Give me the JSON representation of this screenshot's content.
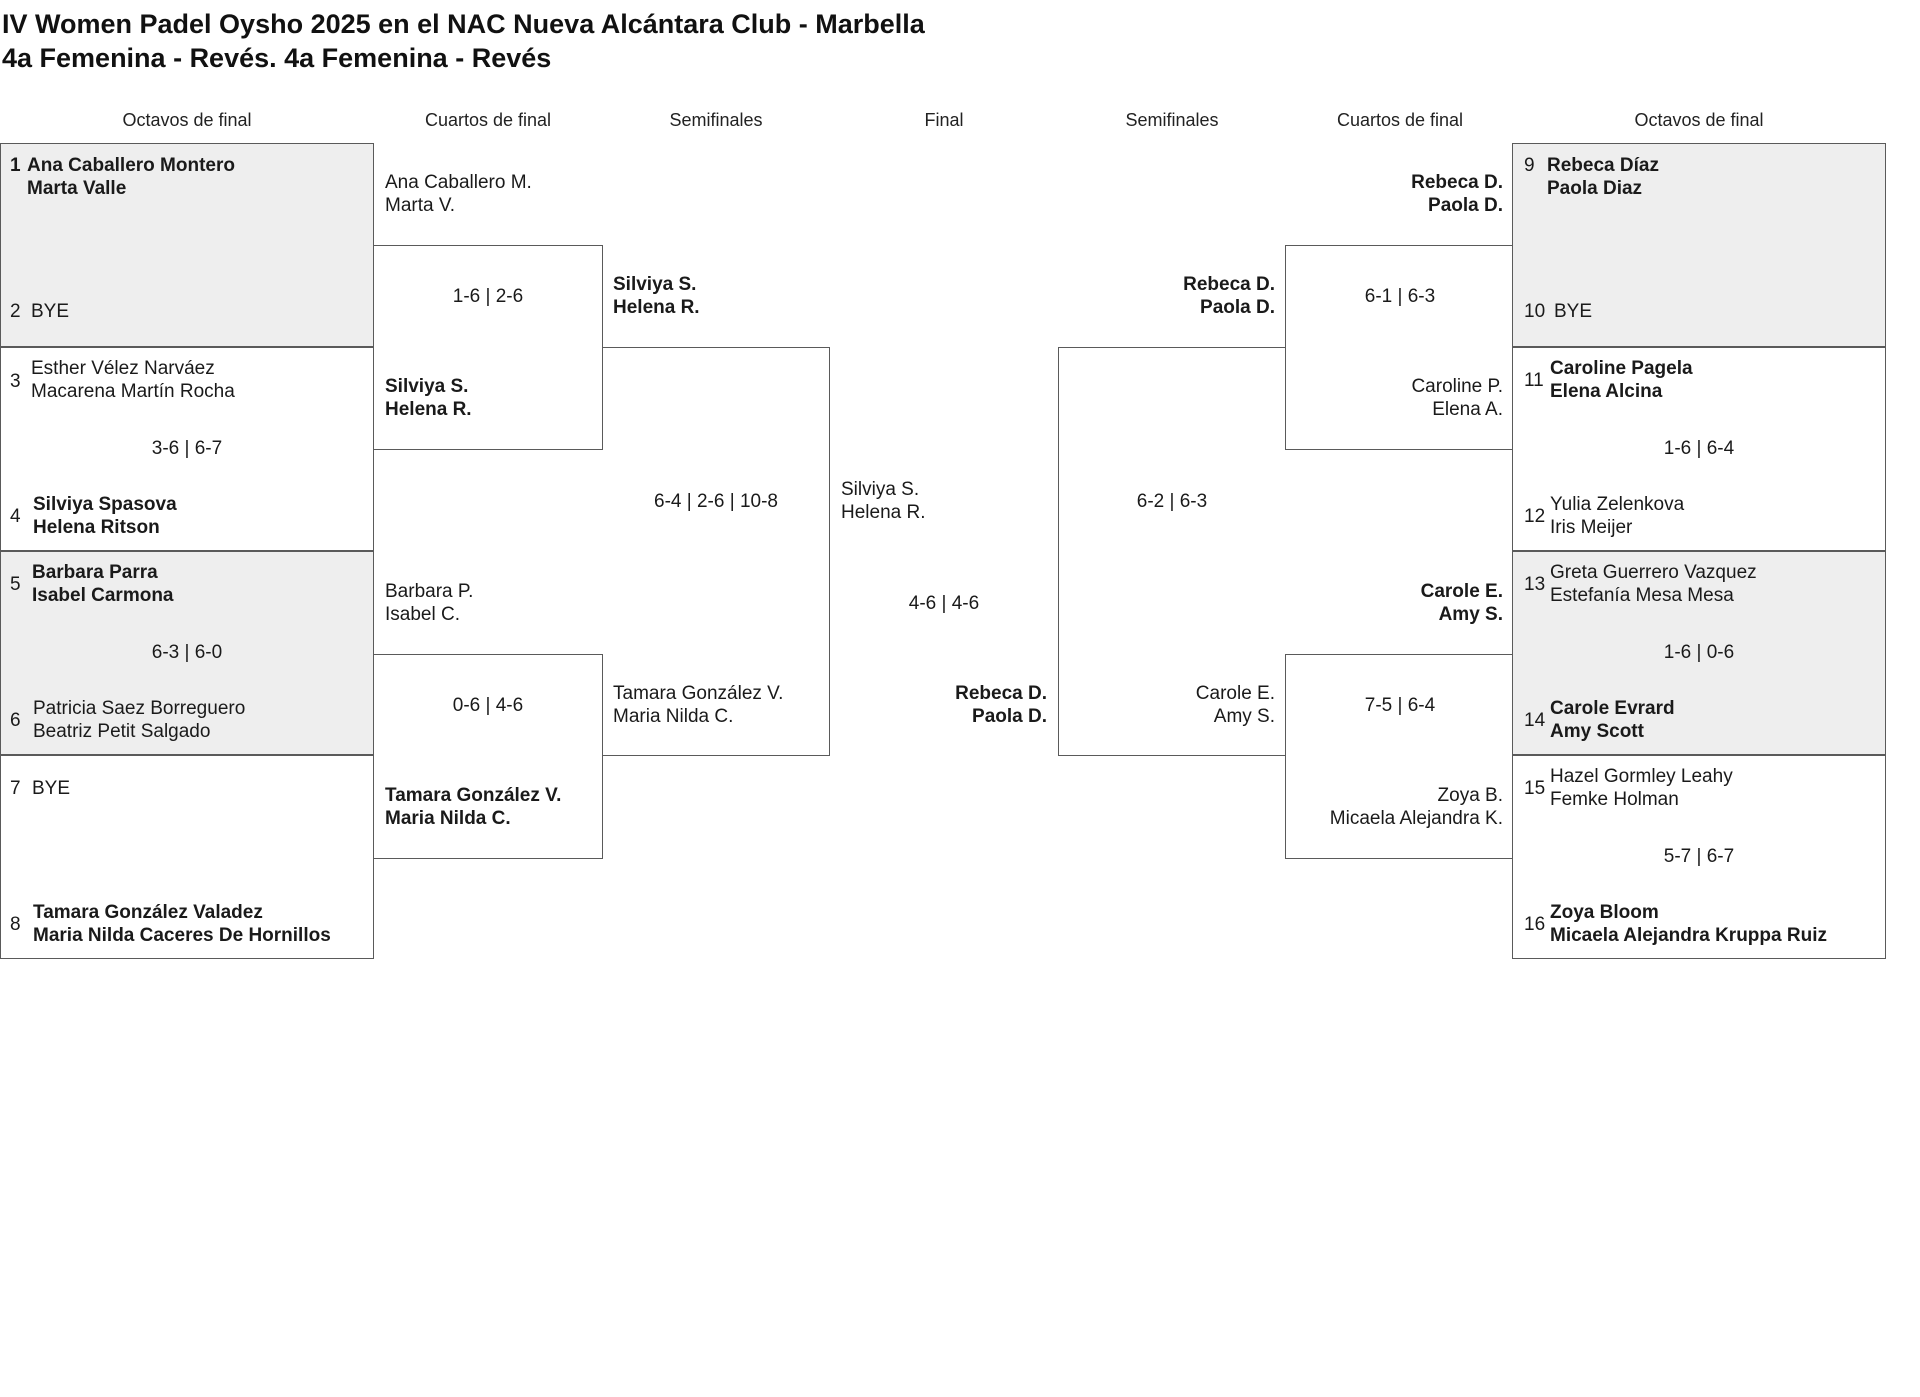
{
  "header": {
    "title_line1": "IV Women Padel Oysho 2025 en el NAC Nueva Alcántara Club - Marbella",
    "title_line2": "4a Femenina - Revés. 4a Femenina - Revés"
  },
  "columns": {
    "left_r16": "Octavos de final",
    "left_qf": "Cuartos de final",
    "left_sf": "Semifinales",
    "final": "Final",
    "right_sf": "Semifinales",
    "right_qf": "Cuartos de final",
    "right_r16": "Octavos de final"
  },
  "draw": [
    {
      "seed": "1",
      "p1": "Ana Caballero Montero",
      "p2": "Marta Valle"
    },
    {
      "seed": "2",
      "p1": "BYE",
      "p2": ""
    },
    {
      "seed": "3",
      "p1": "Esther Vélez Narváez",
      "p2": "Macarena Martín Rocha"
    },
    {
      "seed": "4",
      "p1": "Silviya Spasova",
      "p2": "Helena Ritson"
    },
    {
      "seed": "5",
      "p1": "Barbara Parra",
      "p2": "Isabel Carmona"
    },
    {
      "seed": "6",
      "p1": "Patricia Saez Borreguero",
      "p2": "Beatriz Petit Salgado"
    },
    {
      "seed": "7",
      "p1": "BYE",
      "p2": ""
    },
    {
      "seed": "8",
      "p1": "Tamara González Valadez",
      "p2": "Maria Nilda Caceres De Hornillos"
    },
    {
      "seed": "9",
      "p1": "Rebeca Díaz",
      "p2": "Paola Diaz"
    },
    {
      "seed": "10",
      "p1": "BYE",
      "p2": ""
    },
    {
      "seed": "11",
      "p1": "Caroline Pagela",
      "p2": "Elena Alcina"
    },
    {
      "seed": "12",
      "p1": "Yulia Zelenkova",
      "p2": "Iris Meijer"
    },
    {
      "seed": "13",
      "p1": "Greta Guerrero Vazquez",
      "p2": "Estefanía Mesa Mesa"
    },
    {
      "seed": "14",
      "p1": "Carole Evrard",
      "p2": "Amy Scott"
    },
    {
      "seed": "15",
      "p1": "Hazel Gormley Leahy",
      "p2": "Femke Holman"
    },
    {
      "seed": "16",
      "p1": "Zoya Bloom",
      "p2": "Micaela Alejandra Kruppa Ruiz"
    }
  ],
  "r16_scores": {
    "m2": "3-6 | 6-7",
    "m3": "6-3 | 6-0",
    "m6": "1-6 | 6-4",
    "m7": "1-6 | 0-6",
    "m8": "5-7 | 6-7"
  },
  "qf_left": {
    "a1": {
      "p1": "Ana Caballero M.",
      "p2": "Marta V."
    },
    "a2": {
      "p1": "Silviya S.",
      "p2": "Helena R."
    },
    "a_score": "1-6 | 2-6",
    "b1": {
      "p1": "Barbara P.",
      "p2": "Isabel C."
    },
    "b2": {
      "p1": "Tamara González V.",
      "p2": "Maria Nilda C."
    },
    "b_score": "0-6 | 4-6"
  },
  "sf_left": {
    "t1": {
      "p1": "Silviya S.",
      "p2": "Helena R."
    },
    "t2": {
      "p1": "Tamara González V.",
      "p2": "Maria Nilda C."
    },
    "score": "6-4 | 2-6 | 10-8"
  },
  "final": {
    "t1": {
      "p1": "Silviya S.",
      "p2": "Helena R."
    },
    "t2": {
      "p1": "Rebeca D.",
      "p2": "Paola D."
    },
    "score": "4-6 | 4-6"
  },
  "sf_right": {
    "t1": {
      "p1": "Rebeca D.",
      "p2": "Paola D."
    },
    "t2": {
      "p1": "Carole E.",
      "p2": "Amy S."
    },
    "score": "6-2 | 6-3"
  },
  "qf_right": {
    "a1": {
      "p1": "Rebeca D.",
      "p2": "Paola D."
    },
    "a2": {
      "p1": "Caroline P.",
      "p2": "Elena A."
    },
    "a_score": "6-1 | 6-3",
    "b1": {
      "p1": "Carole E.",
      "p2": "Amy S."
    },
    "b2": {
      "p1": "Zoya B.",
      "p2": "Micaela Alejandra K."
    },
    "b_score": "7-5 | 6-4"
  }
}
